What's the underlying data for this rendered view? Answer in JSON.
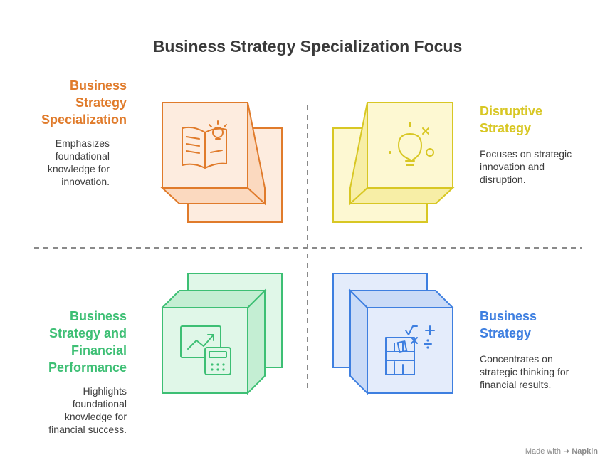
{
  "title": "Business Strategy Specialization Focus",
  "quadrants": [
    {
      "heading": [
        "Business",
        "Strategy",
        "Specialization"
      ],
      "description": [
        "Emphasizes",
        "foundational",
        "knowledge for",
        "innovation."
      ],
      "color": "#e07b2b",
      "fill": "#fdecdf",
      "icon": "book-lightbulb-icon"
    },
    {
      "heading": [
        "Disruptive",
        "Strategy"
      ],
      "description": [
        "Focuses on strategic",
        "innovation and",
        "disruption."
      ],
      "color": "#d8c724",
      "fill": "#fdf8d2",
      "icon": "lightbulb-icon"
    },
    {
      "heading": [
        "Business",
        "Strategy and",
        "Financial",
        "Performance"
      ],
      "description": [
        "Highlights",
        "foundational",
        "knowledge for",
        "financial success."
      ],
      "color": "#3dbf74",
      "fill": "#e0f7e8",
      "icon": "chart-calculator-icon"
    },
    {
      "heading": [
        "Business",
        "Strategy"
      ],
      "description": [
        "Concentrates on",
        "strategic thinking for",
        "financial results."
      ],
      "color": "#3e7fe0",
      "fill": "#e4ecfb",
      "icon": "finance-math-icon"
    }
  ],
  "footer": {
    "made_with": "Made with",
    "brand": "Napkin"
  }
}
